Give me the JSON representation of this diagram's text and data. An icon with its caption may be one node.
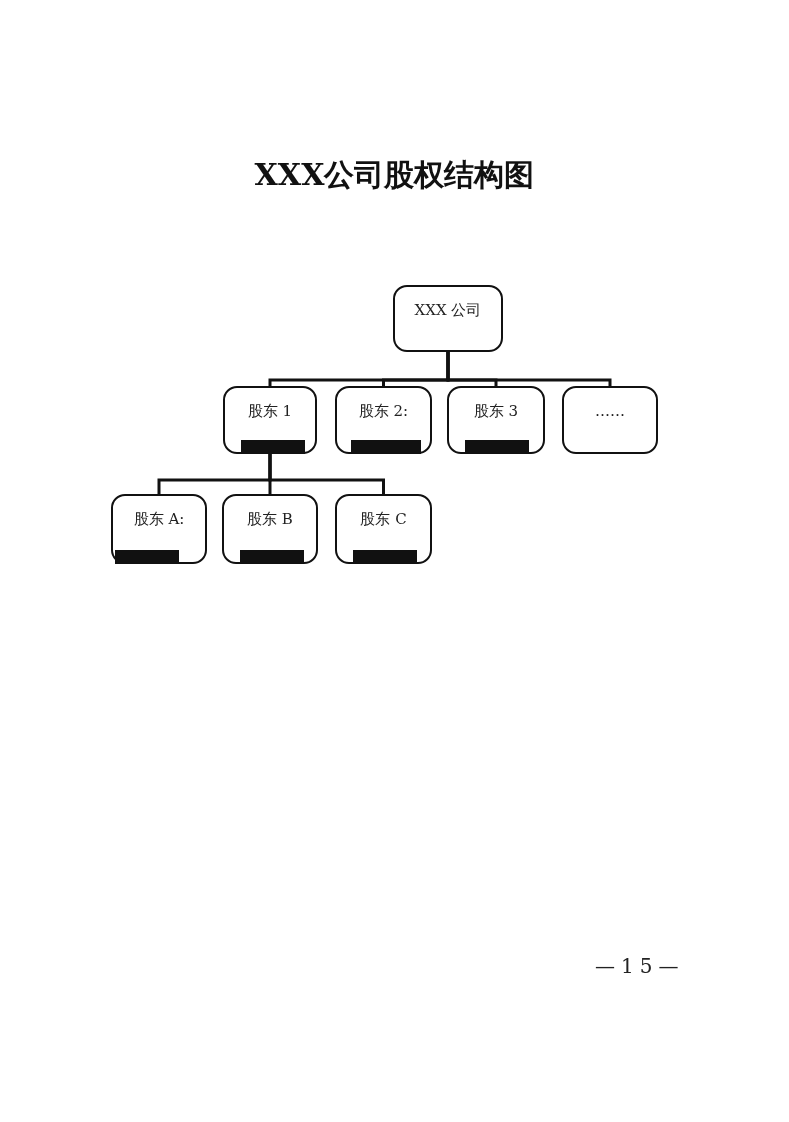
{
  "diagram": {
    "title": "XXX公司股权结构图",
    "nodes": [
      {
        "text": [
          "XXX 公司"
        ]
      },
      {
        "text": [
          "股东 1"
        ]
      },
      {
        "text": [
          "股东 2:"
        ]
      },
      {
        "text": [
          "股东 3"
        ]
      },
      {
        "text": [
          "……"
        ]
      },
      {
        "text": [
          "股东 A:"
        ]
      },
      {
        "text": [
          "股东 B"
        ]
      },
      {
        "text": [
          "股东 C"
        ]
      }
    ],
    "edges": [
      {
        "from": 0,
        "to": 1,
        "arrow": "none"
      },
      {
        "from": 0,
        "to": 2,
        "arrow": "none"
      },
      {
        "from": 0,
        "to": 3,
        "arrow": "none"
      },
      {
        "from": 0,
        "to": 4,
        "arrow": "none"
      },
      {
        "from": 1,
        "to": 5,
        "arrow": "none"
      },
      {
        "from": 1,
        "to": 6,
        "arrow": "none"
      },
      {
        "from": 1,
        "to": 7,
        "arrow": "none"
      }
    ],
    "labels": [
      "—15—"
    ]
  }
}
